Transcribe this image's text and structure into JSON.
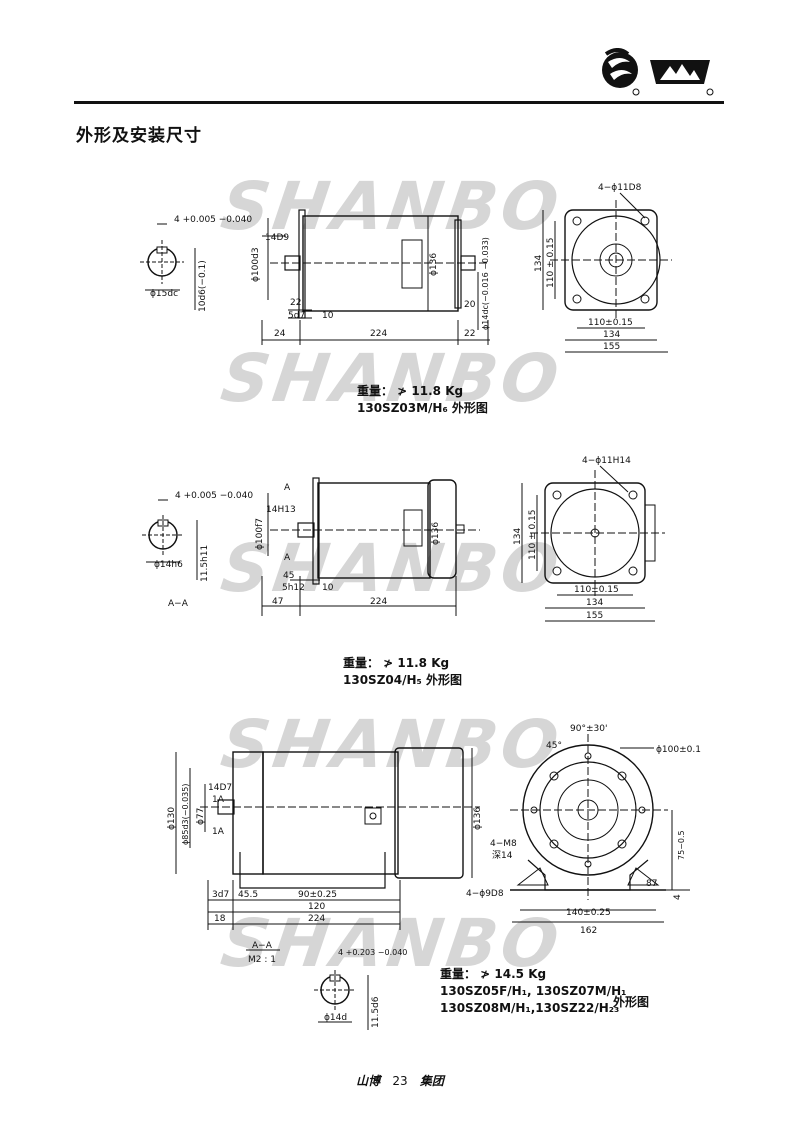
{
  "watermark": "SHANBO",
  "header": {
    "title": "外形及安装尺寸"
  },
  "figure1": {
    "weight": "重量： ≯ 11.8 Kg",
    "model": "130SZ03M/H₆ 外形图",
    "dims": {
      "key_tol": "4 +0.005 −0.040",
      "key_depth": "10d6(−0.1)",
      "shaft_dia_section": "ϕ15dc",
      "keyway_len": "14D9",
      "spigot": "ϕ100d3",
      "body": "ϕ136",
      "rear_shaft": "ϕ14dc(−0.016 −0.033)",
      "d22": "22",
      "d5": "5d7",
      "d10": "10",
      "d20": "20",
      "d24": "24",
      "d224": "224",
      "d22b": "22",
      "holes": "4−ϕ11D8",
      "v110": "110 ± 0.15",
      "v134": "134",
      "h110": "110±0.15",
      "h134": "134",
      "h155": "155"
    }
  },
  "figure2": {
    "weight": "重量： ≯ 11.8 Kg",
    "model": "130SZ04/H₅ 外形图",
    "dims": {
      "key_tol": "4 +0.005 −0.040",
      "shaft": "ϕ14h6",
      "key_depth": "11.5h11",
      "section": "A−A",
      "mark_a": "A",
      "keyway_len": "14H13",
      "spigot": "ϕ100f7",
      "body": "ϕ136",
      "d45": "45",
      "d5": "5h12",
      "d10": "10",
      "d47": "47",
      "d224": "224",
      "holes": "4−ϕ11H14",
      "v110": "110 ± 0.15",
      "v134": "134",
      "h110": "110±0.15",
      "h134": "134",
      "h155": "155"
    }
  },
  "figure3": {
    "weight": "重量： ≯ 14.5 Kg",
    "model1": "130SZ05F/H₁, 130SZ07M/H₁",
    "model2": "130SZ08M/H₁,130SZ22/H₂₃",
    "suffix": "外形图",
    "dims": {
      "d130": "ϕ130",
      "d85": "ϕ85d3(−0.035)",
      "d77": "ϕ77",
      "keyway": "14D7",
      "mark_a": "1A",
      "body": "ϕ136",
      "d3": "3d7",
      "d455": "45.5",
      "d90": "90±0.25",
      "d120": "120",
      "d18": "18",
      "d224": "224",
      "angle1": "90°±30'",
      "angle2": "45°",
      "bolt_circle": "ϕ100±0.1",
      "tap": "4−M8",
      "depth": "深14",
      "h75": "75−0.5",
      "d87": "87",
      "feet_holes": "4−ϕ9D8",
      "d140": "140±0.25",
      "d162": "162",
      "d4": "4",
      "section": "A−A",
      "scale": "M2 : 1",
      "key_tol": "4 +0.203 −0.040",
      "shaft": "ϕ14d",
      "key_depth": "11.5d6"
    }
  },
  "footer": {
    "company": "山博",
    "page": "23",
    "group": "集团"
  }
}
